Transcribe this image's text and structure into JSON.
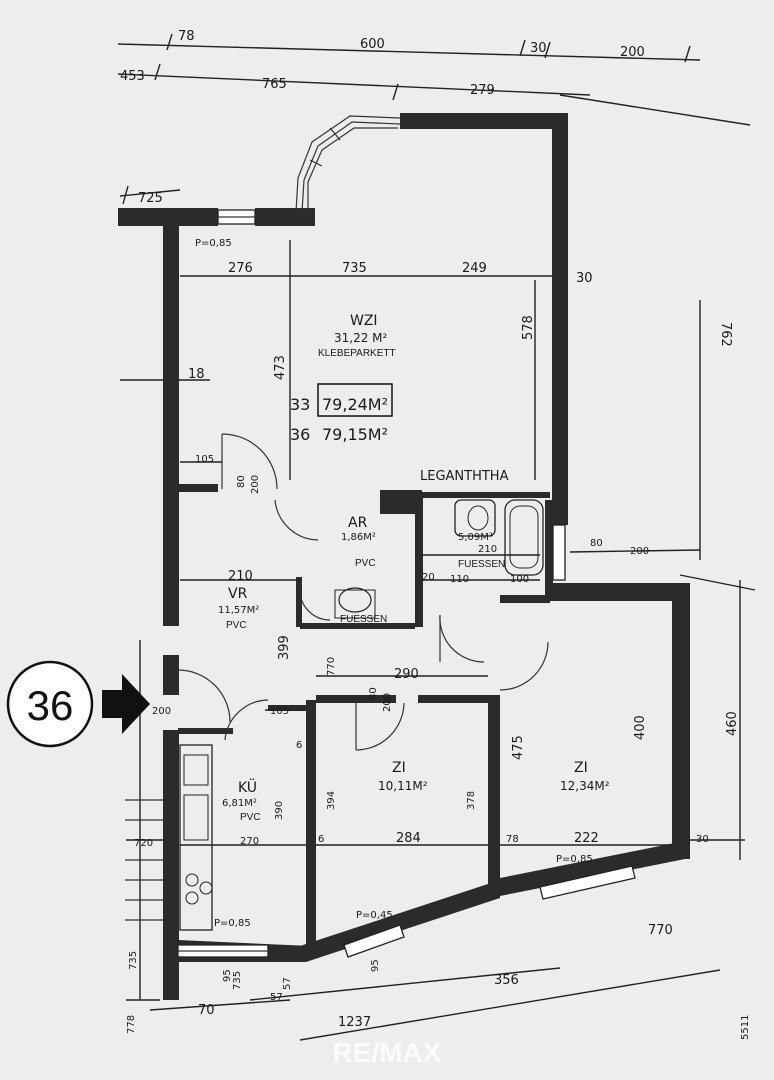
{
  "apartment": {
    "unit_badge": "36",
    "area_labels": [
      {
        "num": "33",
        "area": "79,24M²"
      },
      {
        "num": "36",
        "area": "79,15M²"
      }
    ]
  },
  "rooms": {
    "wzi": {
      "name": "WZI",
      "area": "31,22 M²",
      "floor": "KLEBEPARKETT"
    },
    "ar": {
      "name": "AR",
      "area": "1,86M²",
      "floor": "PVC"
    },
    "bad": {
      "area": "5,09M²",
      "floor": "FUESSEN"
    },
    "vr": {
      "name": "VR",
      "area": "11,57M²",
      "floor": "PVC"
    },
    "ku": {
      "name": "KÜ",
      "area": "6,81M²",
      "floor": "PVC"
    },
    "zi1": {
      "name": "ZI",
      "area": "10,11M²"
    },
    "zi2": {
      "name": "ZI",
      "area": "12,34M²"
    },
    "wc": {
      "floor": "FUESSEN"
    }
  },
  "dimensions": {
    "top": [
      "78",
      "600",
      "30",
      "200"
    ],
    "second": [
      "453",
      "765",
      "279"
    ],
    "upper_left": "725",
    "parapet": "P=0,85",
    "wzi_width": [
      "276",
      "735",
      "249"
    ],
    "wzi_right": "30",
    "wzi_height": "473",
    "wzi_depth": "578",
    "right_side": "762",
    "left_mid": "18",
    "door_105": "105",
    "door_80": "80",
    "door_200": "200",
    "vr_width": "210",
    "vr_height": "399",
    "bath_dims": [
      "210",
      "110",
      "100",
      "80",
      "200",
      "20"
    ],
    "middle_dims": [
      "290",
      "770",
      "80",
      "200"
    ],
    "kitchen_dims": [
      "105",
      "200",
      "270",
      "390",
      "6",
      "57"
    ],
    "zi1_dims": [
      "394",
      "284",
      "378",
      "6"
    ],
    "zi2_dims": [
      "475",
      "400",
      "222",
      "30",
      "78"
    ],
    "right_460": "460",
    "window_parapets": [
      "P=0,45",
      "P=0,85",
      "P=0,85"
    ],
    "bottom": [
      "70",
      "1237",
      "356",
      "770",
      "95",
      "735",
      "57",
      "95"
    ],
    "left_edge": [
      "778",
      "735",
      "720"
    ],
    "corner_note": "5511"
  },
  "annotations": {
    "legend_text": "LEGANTHTHA"
  },
  "watermark": "RE/MAX"
}
